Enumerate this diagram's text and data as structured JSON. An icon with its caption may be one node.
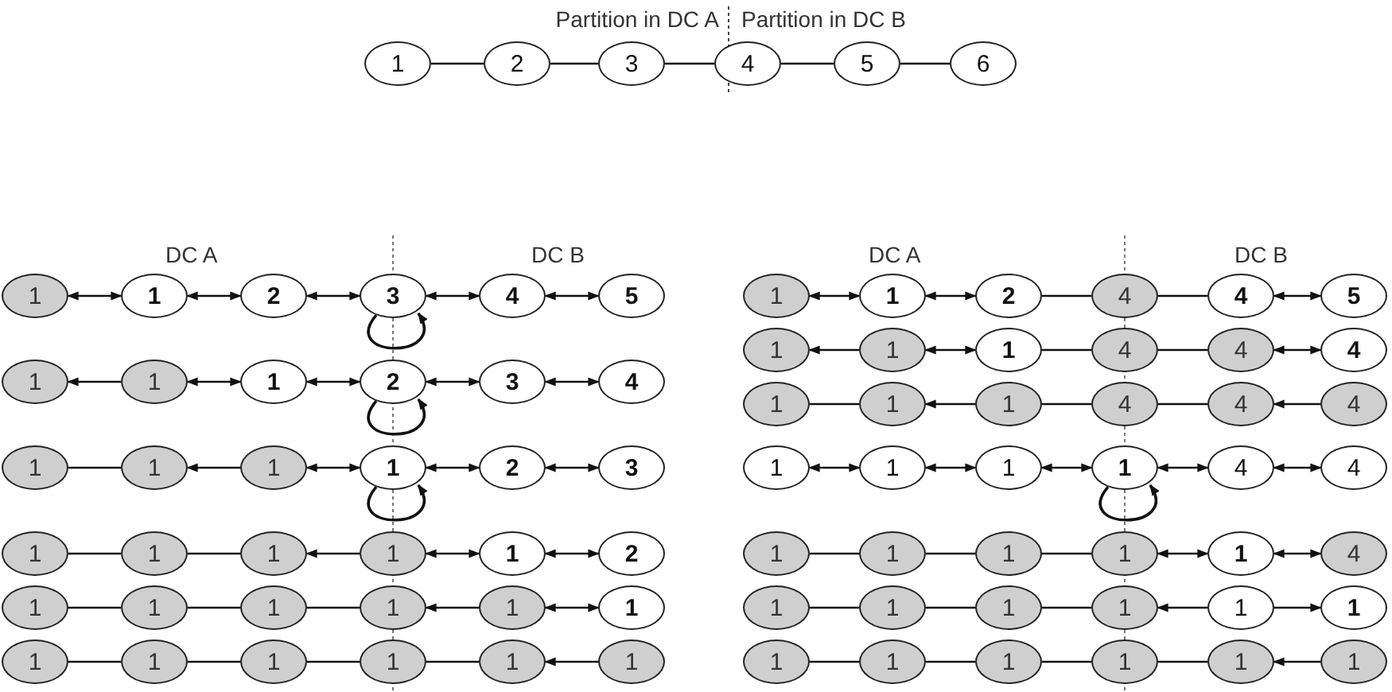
{
  "diagram": {
    "nodes": [
      {
        "text": [
          "1"
        ]
      },
      {
        "text": [
          "2"
        ]
      },
      {
        "text": [
          "3"
        ]
      },
      {
        "text": [
          "4"
        ]
      },
      {
        "text": [
          "5"
        ]
      },
      {
        "text": [
          "6"
        ]
      },
      {
        "text": [
          "1"
        ]
      },
      {
        "text": [
          "1"
        ]
      },
      {
        "text": [
          "2"
        ]
      },
      {
        "text": [
          "3"
        ]
      },
      {
        "text": [
          "4"
        ]
      },
      {
        "text": [
          "5"
        ]
      },
      {
        "text": [
          "1"
        ]
      },
      {
        "text": [
          "1"
        ]
      },
      {
        "text": [
          "1"
        ]
      },
      {
        "text": [
          "2"
        ]
      },
      {
        "text": [
          "3"
        ]
      },
      {
        "text": [
          "4"
        ]
      },
      {
        "text": [
          "1"
        ]
      },
      {
        "text": [
          "1"
        ]
      },
      {
        "text": [
          "1"
        ]
      },
      {
        "text": [
          "1"
        ]
      },
      {
        "text": [
          "2"
        ]
      },
      {
        "text": [
          "3"
        ]
      },
      {
        "text": [
          "1"
        ]
      },
      {
        "text": [
          "1"
        ]
      },
      {
        "text": [
          "1"
        ]
      },
      {
        "text": [
          "1"
        ]
      },
      {
        "text": [
          "1"
        ]
      },
      {
        "text": [
          "2"
        ]
      },
      {
        "text": [
          "1"
        ]
      },
      {
        "text": [
          "1"
        ]
      },
      {
        "text": [
          "1"
        ]
      },
      {
        "text": [
          "1"
        ]
      },
      {
        "text": [
          "1"
        ]
      },
      {
        "text": [
          "1"
        ]
      },
      {
        "text": [
          "1"
        ]
      },
      {
        "text": [
          "1"
        ]
      },
      {
        "text": [
          "1"
        ]
      },
      {
        "text": [
          "1"
        ]
      },
      {
        "text": [
          "1"
        ]
      },
      {
        "text": [
          "1"
        ]
      },
      {
        "text": [
          "1"
        ]
      },
      {
        "text": [
          "1"
        ]
      },
      {
        "text": [
          "2"
        ]
      },
      {
        "text": [
          "4"
        ]
      },
      {
        "text": [
          "4"
        ]
      },
      {
        "text": [
          "5"
        ]
      },
      {
        "text": [
          "1"
        ]
      },
      {
        "text": [
          "1"
        ]
      },
      {
        "text": [
          "1"
        ]
      },
      {
        "text": [
          "4"
        ]
      },
      {
        "text": [
          "4"
        ]
      },
      {
        "text": [
          "4"
        ]
      },
      {
        "text": [
          "1"
        ]
      },
      {
        "text": [
          "1"
        ]
      },
      {
        "text": [
          "1"
        ]
      },
      {
        "text": [
          "4"
        ]
      },
      {
        "text": [
          "4"
        ]
      },
      {
        "text": [
          "4"
        ]
      },
      {
        "text": [
          "1"
        ]
      },
      {
        "text": [
          "1"
        ]
      },
      {
        "text": [
          "1"
        ]
      },
      {
        "text": [
          "1"
        ]
      },
      {
        "text": [
          "4"
        ]
      },
      {
        "text": [
          "4"
        ]
      },
      {
        "text": [
          "1"
        ]
      },
      {
        "text": [
          "1"
        ]
      },
      {
        "text": [
          "1"
        ]
      },
      {
        "text": [
          "1"
        ]
      },
      {
        "text": [
          "1"
        ]
      },
      {
        "text": [
          "4"
        ]
      },
      {
        "text": [
          "1"
        ]
      },
      {
        "text": [
          "1"
        ]
      },
      {
        "text": [
          "1"
        ]
      },
      {
        "text": [
          "1"
        ]
      },
      {
        "text": [
          "1"
        ]
      },
      {
        "text": [
          "1"
        ]
      },
      {
        "text": [
          "1"
        ]
      },
      {
        "text": [
          "1"
        ]
      },
      {
        "text": [
          "1"
        ]
      },
      {
        "text": [
          "1"
        ]
      },
      {
        "text": [
          "1"
        ]
      },
      {
        "text": [
          "1"
        ]
      }
    ],
    "edges": [
      {
        "from": 0,
        "to": 1,
        "arrow": "none"
      },
      {
        "from": 1,
        "to": 2,
        "arrow": "none"
      },
      {
        "from": 2,
        "to": 3,
        "arrow": "none"
      },
      {
        "from": 3,
        "to": 4,
        "arrow": "none"
      },
      {
        "from": 4,
        "to": 5,
        "arrow": "none"
      },
      {
        "from": 6,
        "to": 7,
        "arrow": "both"
      },
      {
        "from": 7,
        "to": 8,
        "arrow": "both"
      },
      {
        "from": 8,
        "to": 9,
        "arrow": "both"
      },
      {
        "from": 9,
        "to": 10,
        "arrow": "both"
      },
      {
        "from": 10,
        "to": 11,
        "arrow": "both"
      },
      {
        "from": 9,
        "to": 9,
        "arrow": "to"
      },
      {
        "from": 13,
        "to": 12,
        "arrow": "to"
      },
      {
        "from": 13,
        "to": 14,
        "arrow": "both"
      },
      {
        "from": 14,
        "to": 15,
        "arrow": "both"
      },
      {
        "from": 15,
        "to": 16,
        "arrow": "both"
      },
      {
        "from": 16,
        "to": 17,
        "arrow": "both"
      },
      {
        "from": 15,
        "to": 15,
        "arrow": "to"
      },
      {
        "from": 18,
        "to": 19,
        "arrow": "none"
      },
      {
        "from": 20,
        "to": 19,
        "arrow": "to"
      },
      {
        "from": 20,
        "to": 21,
        "arrow": "both"
      },
      {
        "from": 21,
        "to": 22,
        "arrow": "both"
      },
      {
        "from": 22,
        "to": 23,
        "arrow": "both"
      },
      {
        "from": 21,
        "to": 21,
        "arrow": "to"
      },
      {
        "from": 24,
        "to": 25,
        "arrow": "none"
      },
      {
        "from": 25,
        "to": 26,
        "arrow": "none"
      },
      {
        "from": 27,
        "to": 26,
        "arrow": "to"
      },
      {
        "from": 27,
        "to": 28,
        "arrow": "both"
      },
      {
        "from": 28,
        "to": 29,
        "arrow": "both"
      },
      {
        "from": 30,
        "to": 31,
        "arrow": "none"
      },
      {
        "from": 31,
        "to": 32,
        "arrow": "none"
      },
      {
        "from": 32,
        "to": 33,
        "arrow": "none"
      },
      {
        "from": 34,
        "to": 33,
        "arrow": "to"
      },
      {
        "from": 34,
        "to": 35,
        "arrow": "both"
      },
      {
        "from": 36,
        "to": 37,
        "arrow": "none"
      },
      {
        "from": 37,
        "to": 38,
        "arrow": "none"
      },
      {
        "from": 38,
        "to": 39,
        "arrow": "none"
      },
      {
        "from": 39,
        "to": 40,
        "arrow": "none"
      },
      {
        "from": 41,
        "to": 40,
        "arrow": "to"
      },
      {
        "from": 42,
        "to": 43,
        "arrow": "both"
      },
      {
        "from": 43,
        "to": 44,
        "arrow": "both"
      },
      {
        "from": 44,
        "to": 45,
        "arrow": "none"
      },
      {
        "from": 45,
        "to": 46,
        "arrow": "none"
      },
      {
        "from": 46,
        "to": 47,
        "arrow": "both"
      },
      {
        "from": 49,
        "to": 48,
        "arrow": "to"
      },
      {
        "from": 49,
        "to": 50,
        "arrow": "both"
      },
      {
        "from": 50,
        "to": 51,
        "arrow": "none"
      },
      {
        "from": 51,
        "to": 52,
        "arrow": "none"
      },
      {
        "from": 52,
        "to": 53,
        "arrow": "both"
      },
      {
        "from": 54,
        "to": 55,
        "arrow": "none"
      },
      {
        "from": 56,
        "to": 55,
        "arrow": "to"
      },
      {
        "from": 56,
        "to": 57,
        "arrow": "none"
      },
      {
        "from": 57,
        "to": 58,
        "arrow": "none"
      },
      {
        "from": 59,
        "to": 58,
        "arrow": "to"
      },
      {
        "from": 60,
        "to": 61,
        "arrow": "both"
      },
      {
        "from": 61,
        "to": 62,
        "arrow": "both"
      },
      {
        "from": 62,
        "to": 63,
        "arrow": "both"
      },
      {
        "from": 63,
        "to": 64,
        "arrow": "both"
      },
      {
        "from": 64,
        "to": 65,
        "arrow": "both"
      },
      {
        "from": 63,
        "to": 63,
        "arrow": "to"
      },
      {
        "from": 66,
        "to": 67,
        "arrow": "none"
      },
      {
        "from": 67,
        "to": 68,
        "arrow": "none"
      },
      {
        "from": 68,
        "to": 69,
        "arrow": "none"
      },
      {
        "from": 69,
        "to": 70,
        "arrow": "both"
      },
      {
        "from": 70,
        "to": 71,
        "arrow": "both"
      },
      {
        "from": 72,
        "to": 73,
        "arrow": "none"
      },
      {
        "from": 73,
        "to": 74,
        "arrow": "none"
      },
      {
        "from": 74,
        "to": 75,
        "arrow": "none"
      },
      {
        "from": 76,
        "to": 75,
        "arrow": "to"
      },
      {
        "from": 76,
        "to": 77,
        "arrow": "to"
      },
      {
        "from": 78,
        "to": 79,
        "arrow": "none"
      },
      {
        "from": 79,
        "to": 80,
        "arrow": "none"
      },
      {
        "from": 80,
        "to": 81,
        "arrow": "none"
      },
      {
        "from": 81,
        "to": 82,
        "arrow": "none"
      },
      {
        "from": 83,
        "to": 82,
        "arrow": "to"
      }
    ],
    "labels": [
      "Partition in DC A",
      "Partition in DC B",
      "DC A",
      "DC B",
      "DC A",
      "DC B"
    ]
  }
}
